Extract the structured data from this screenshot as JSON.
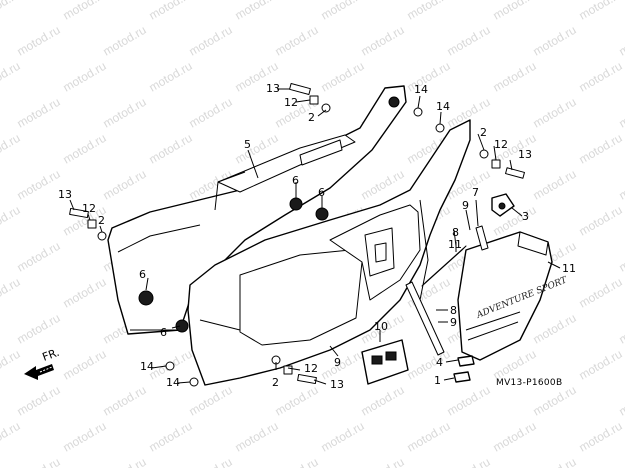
{
  "diagram_code": "MV13-P1600B",
  "front_indicator": "FR.",
  "watermark": "motod.ru",
  "emblem_text": "ADVENTURE SPORT",
  "callouts": [
    "1",
    "2",
    "3",
    "4",
    "5",
    "6",
    "7",
    "8",
    "9",
    "10",
    "11",
    "12",
    "13",
    "14"
  ]
}
